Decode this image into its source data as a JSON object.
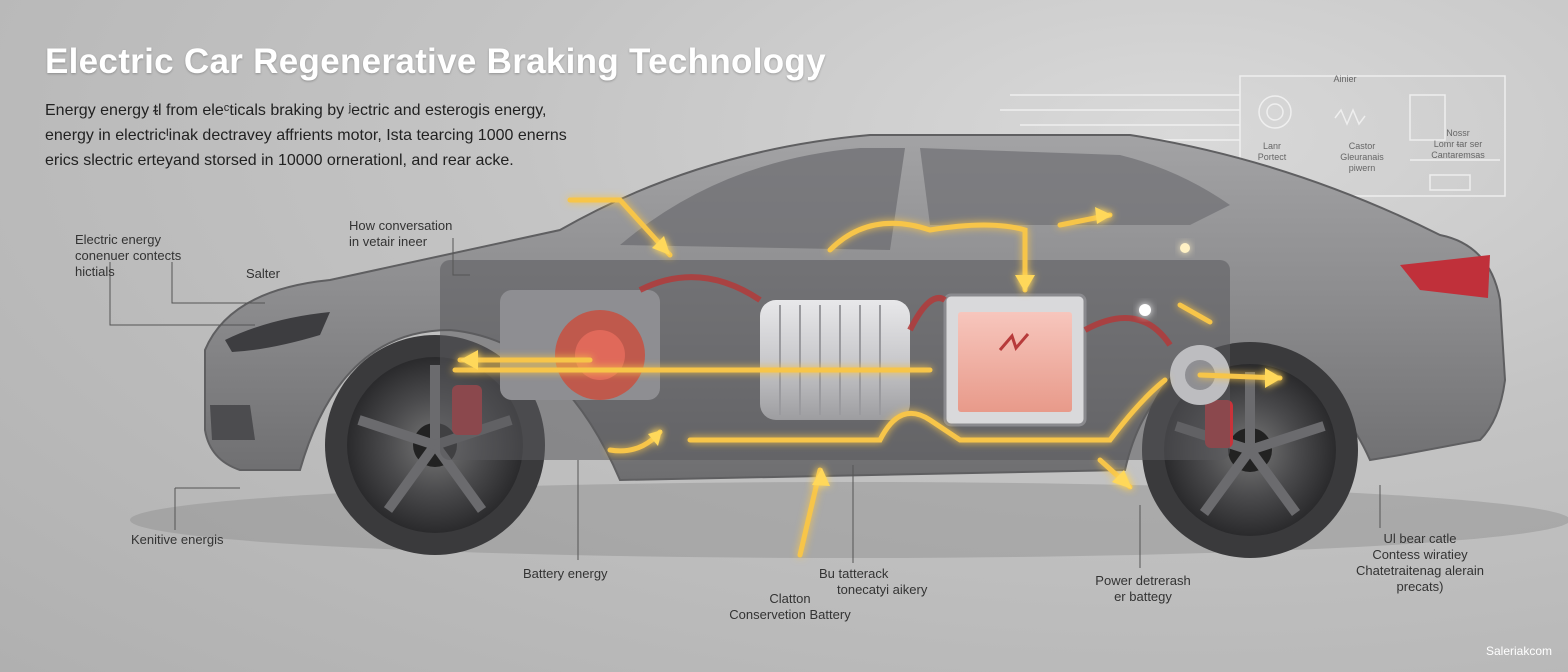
{
  "title": "Electric Car Regenerative Braking Technology",
  "intro_lines": [
    "Energy energy ᵵl from eleᶜticals braking by ʲectric and esterogis energy,",
    "energy in electricᴵinak dectravey affrients motor, Ista tearcing 1000 enerns",
    "erics slectric erteyand storsed in 10000 ornerationl, and rear acke."
  ],
  "callouts": {
    "electric_energy": [
      "Electric energy",
      "conenuer contects",
      "hictials"
    ],
    "how_conversation": [
      "How conversation",
      "in vetair ineer"
    ],
    "salter": "Salter",
    "kenitive": "Kenitive energis",
    "battery_energy": "Battery energy",
    "batterack": [
      "Bu tatterack",
      "tonecatyi aikery"
    ],
    "clatton": [
      "Clatton",
      "Conservetion Battery"
    ],
    "power": [
      "Power detrerash",
      "er battegy"
    ],
    "ul_bear": [
      "Ul bear catle",
      "Contess wiratiey",
      "Chatetraitenag alerain",
      "precats)"
    ]
  },
  "blueprint": {
    "top_label": "Ainier",
    "label_1": [
      "Lanr",
      "Portect"
    ],
    "label_2": [
      "Castor",
      "Gleuranais",
      "piwern"
    ],
    "label_3": [
      "Nossr",
      "Lomr ᵵar ser",
      "Cantaremsas"
    ]
  },
  "watermark": "Saleriakcom",
  "colors": {
    "car_body": "#8a8a8c",
    "flow_arrow": "#f7c548",
    "flow_glow": "#ffe9a6",
    "battery": "#f2b7aa",
    "brake": "#c8333a",
    "taillight": "#c0303a"
  }
}
